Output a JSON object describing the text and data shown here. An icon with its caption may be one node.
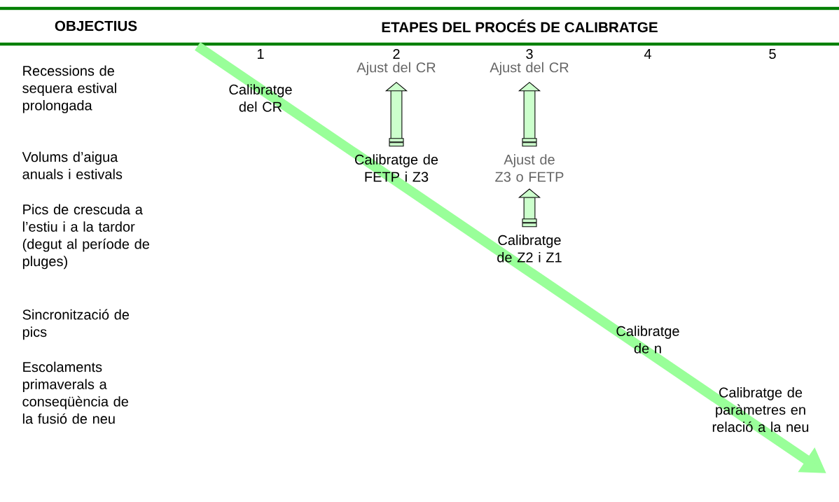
{
  "diagram": {
    "nodes": [
      {
        "text": [
          "Calibratge del CR"
        ]
      },
      {
        "text": [
          "Ajust del CR"
        ]
      },
      {
        "text": [
          "Calibratge de FETP i Z3"
        ]
      },
      {
        "text": [
          "Ajust del CR"
        ]
      },
      {
        "text": [
          "Ajust de Z3 o FETP"
        ]
      },
      {
        "text": [
          "Calibratge de Z2 i Z1"
        ]
      },
      {
        "text": [
          "Calibratge de n"
        ]
      },
      {
        "text": [
          "Calibratge de paràmetres en relació a la neu"
        ]
      }
    ],
    "edges": [
      {
        "from": 2,
        "to": 1,
        "arrow": "to"
      },
      {
        "from": 4,
        "to": 3,
        "arrow": "to"
      },
      {
        "from": 5,
        "to": 4,
        "arrow": "to"
      }
    ],
    "labels": [
      "OBJECTIUS",
      "ETAPES DEL PROCÉS DE CALIBRATGE",
      "1",
      "2",
      "3",
      "4",
      "5",
      "Recessions de sequera estival prolongada",
      "Volums d’aigua anuals i estivals",
      "Pics de crescuda a l’estiu i a la tardor (degut al període de pluges)",
      "Sincronització de pics",
      "Escolaments primaverals a conseqüència de la fusió de neu"
    ]
  }
}
